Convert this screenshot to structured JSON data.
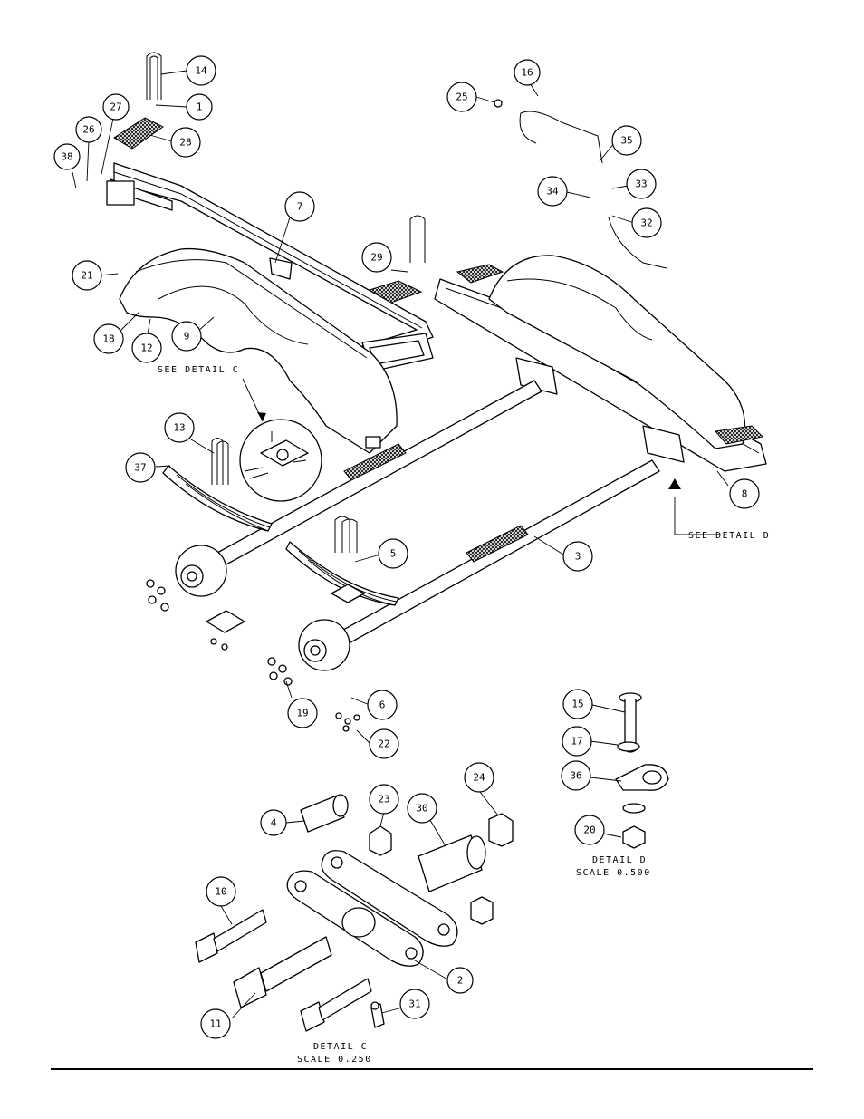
{
  "callouts": [
    {
      "n": "14"
    },
    {
      "n": "1"
    },
    {
      "n": "27"
    },
    {
      "n": "26"
    },
    {
      "n": "38"
    },
    {
      "n": "28"
    },
    {
      "n": "25"
    },
    {
      "n": "16"
    },
    {
      "n": "35"
    },
    {
      "n": "34"
    },
    {
      "n": "33"
    },
    {
      "n": "32"
    },
    {
      "n": "7"
    },
    {
      "n": "29"
    },
    {
      "n": "21"
    },
    {
      "n": "18"
    },
    {
      "n": "12"
    },
    {
      "n": "9"
    },
    {
      "n": "13"
    },
    {
      "n": "37"
    },
    {
      "n": "8"
    },
    {
      "n": "5"
    },
    {
      "n": "3"
    },
    {
      "n": "6"
    },
    {
      "n": "19"
    },
    {
      "n": "22"
    },
    {
      "n": "15"
    },
    {
      "n": "17"
    },
    {
      "n": "36"
    },
    {
      "n": "20"
    },
    {
      "n": "4"
    },
    {
      "n": "23"
    },
    {
      "n": "30"
    },
    {
      "n": "24"
    },
    {
      "n": "10"
    },
    {
      "n": "2"
    },
    {
      "n": "11"
    },
    {
      "n": "31"
    }
  ],
  "notes": {
    "see_detail_c": "SEE DETAIL  C",
    "see_detail_d": "SEE DETAIL  D",
    "detail_d_title": "DETAIL  D",
    "detail_d_scale": "SCALE  0.500",
    "detail_c_title": "DETAIL  C",
    "detail_c_scale": "SCALE  0.250"
  },
  "colors": {
    "line": "#000000",
    "background": "#ffffff"
  }
}
